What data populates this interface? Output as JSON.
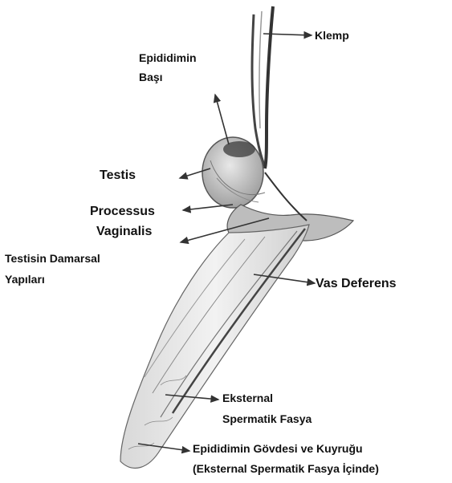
{
  "labels": {
    "klemp": "Klemp",
    "epididimin_basi_1": "Epididimin",
    "epididimin_basi_2": "Başı",
    "testis": "Testis",
    "processus_1": "Processus",
    "processus_2": "Vaginalis",
    "damarsal_1": "Testisin Damarsal",
    "damarsal_2": "Yapıları",
    "vas_deferens": "Vas Deferens",
    "eksternal_1": "Eksternal",
    "eksternal_2": "Spermatik Fasya",
    "govdesi_1": "Epididimin Gövdesi ve Kuyruğu",
    "govdesi_2": "(Eksternal Spermatik Fasya İçinde)"
  },
  "colors": {
    "ink": "#111111",
    "pencil": "#555555",
    "shade": "#8a8a8a"
  }
}
